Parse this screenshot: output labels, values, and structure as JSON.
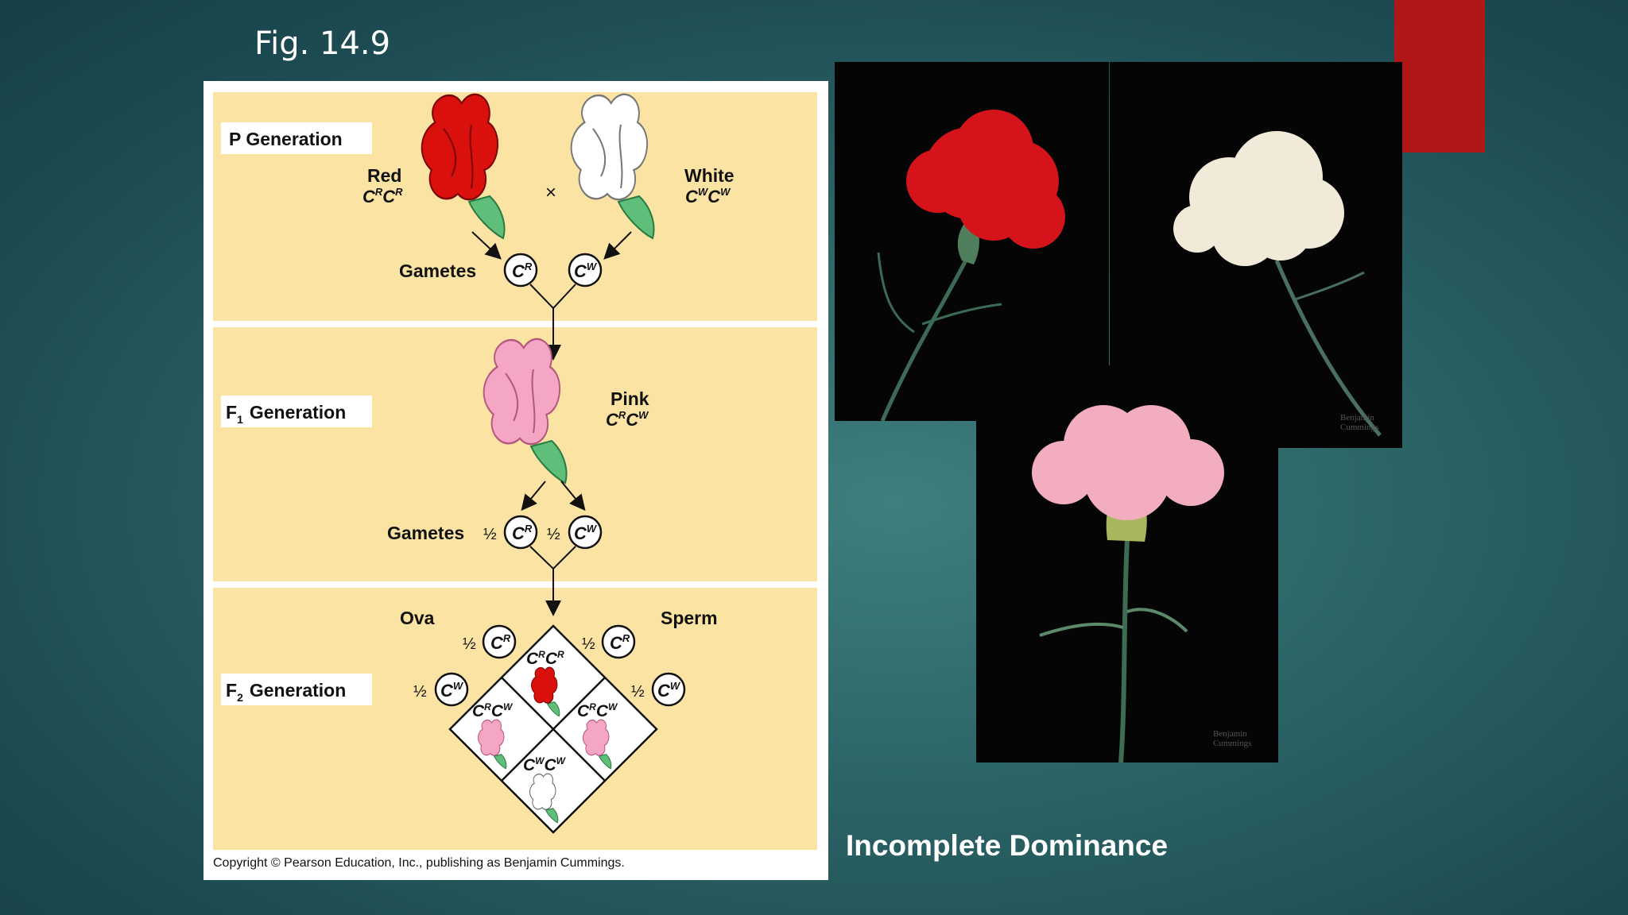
{
  "slide": {
    "figure_label": "Fig. 14.9",
    "caption": "Incomplete Dominance",
    "accent_color": "#b01717"
  },
  "diagram": {
    "background_color": "#fbe4a3",
    "copyright": "Copyright © Pearson Education, Inc., publishing as Benjamin Cummings.",
    "p_generation": {
      "label": "P Generation",
      "parent1": {
        "phenotype": "Red",
        "genotype_base": "C",
        "genotype_sup": "R"
      },
      "parent2": {
        "phenotype": "White",
        "genotype_base": "C",
        "genotype_sup": "W"
      },
      "cross_symbol": "×",
      "gametes_label": "Gametes",
      "gamete1": "R",
      "gamete2": "W"
    },
    "f1_generation": {
      "label_prefix": "F",
      "label_sub": "1",
      "label_suffix": "Generation",
      "phenotype": "Pink",
      "genotype_sup1": "R",
      "genotype_sup2": "W",
      "gametes_label": "Gametes",
      "fraction": "½"
    },
    "f2_generation": {
      "label_prefix": "F",
      "label_sub": "2",
      "label_suffix": "Generation",
      "ova_label": "Ova",
      "sperm_label": "Sperm",
      "fraction": "½",
      "cells": [
        {
          "sup1": "R",
          "sup2": "R",
          "color": "red"
        },
        {
          "sup1": "R",
          "sup2": "W",
          "color": "pink"
        },
        {
          "sup1": "R",
          "sup2": "W",
          "color": "pink"
        },
        {
          "sup1": "W",
          "sup2": "W",
          "color": "white"
        }
      ]
    },
    "flower_colors": {
      "red": "#d9100c",
      "pink": "#f4a6c4",
      "white": "#ffffff",
      "stem": "#5fbf7a"
    }
  },
  "photos": {
    "credit_line1": "Benjamin",
    "credit_line2": "Cummings",
    "red_color": "#d4141a",
    "white_color": "#f2ead8",
    "pink_color": "#f2aebf"
  }
}
